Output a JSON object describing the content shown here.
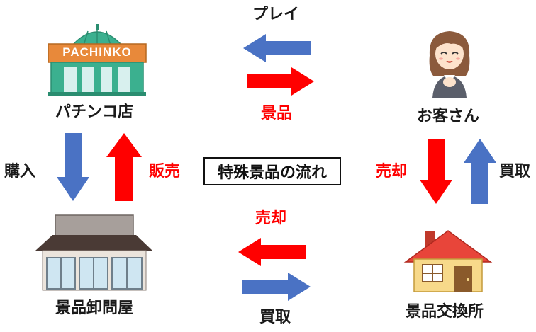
{
  "pachinko": {
    "sign": "PACHINKO",
    "label": "パチンコ店"
  },
  "customer": {
    "label": "お客さん"
  },
  "wholesaler": {
    "label": "景品卸問屋"
  },
  "exchange": {
    "label": "景品交換所"
  },
  "center": {
    "title": "特殊景品の流れ"
  },
  "flows": {
    "play": "プレイ",
    "prize_top": "景品",
    "purchase_left": "購入",
    "sale_left": "販売",
    "sell_right": "売却",
    "buy_right": "買取",
    "sell_bottom": "売却",
    "buy_bottom": "買取"
  },
  "colors": {
    "blue_arrow": "#4a72c4",
    "red_arrow": "#ff0000",
    "pachinko_green": "#3bb08f",
    "sign_orange": "#e8893a"
  }
}
